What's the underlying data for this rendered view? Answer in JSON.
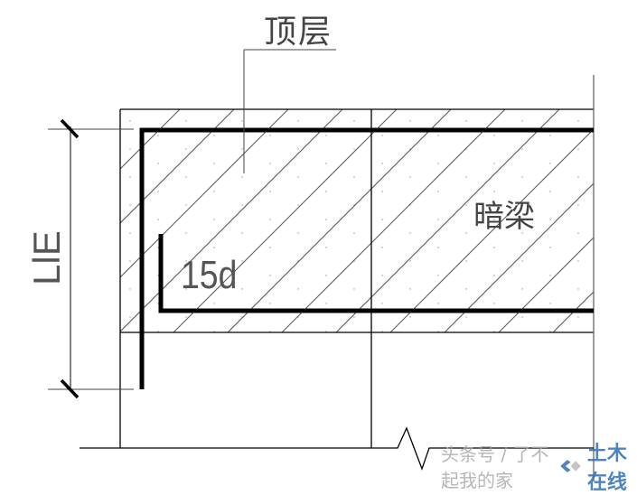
{
  "labels": {
    "top_floor": "顶层",
    "hidden_beam": "暗梁",
    "hook_length": "15d",
    "anchorage_length": "LlE"
  },
  "watermark": {
    "source": "头条号 / 了不起我的家",
    "brand": "土木在线",
    "brand_color": "#2f6fb8"
  },
  "colors": {
    "line": "#000000",
    "hatch": "#555555",
    "rebar": "#000000",
    "background": "#ffffff"
  }
}
